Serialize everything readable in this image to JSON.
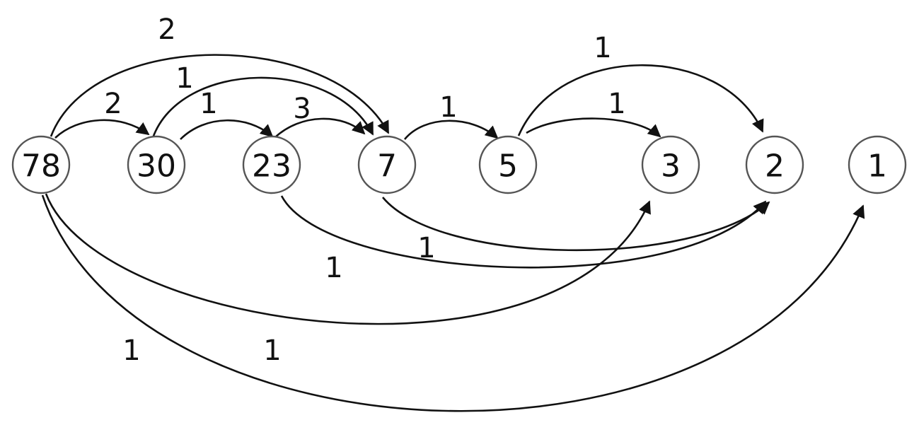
{
  "nodes": [
    {
      "id": "n78",
      "label": "78"
    },
    {
      "id": "n30",
      "label": "30"
    },
    {
      "id": "n23",
      "label": "23"
    },
    {
      "id": "n7",
      "label": "7"
    },
    {
      "id": "n5",
      "label": "5"
    },
    {
      "id": "n3",
      "label": "3"
    },
    {
      "id": "n2",
      "label": "2"
    },
    {
      "id": "n1",
      "label": "1"
    }
  ],
  "edges": [
    {
      "id": "e78-30",
      "from": "78",
      "to": "30",
      "weight": "2"
    },
    {
      "id": "e78-7",
      "from": "78",
      "to": "7",
      "weight": "2"
    },
    {
      "id": "e30-23",
      "from": "30",
      "to": "23",
      "weight": "1"
    },
    {
      "id": "e30-7",
      "from": "30",
      "to": "7",
      "weight": "1"
    },
    {
      "id": "e23-7",
      "from": "23",
      "to": "7",
      "weight": "3"
    },
    {
      "id": "e7-5",
      "from": "7",
      "to": "5",
      "weight": "1"
    },
    {
      "id": "e5-3",
      "from": "5",
      "to": "3",
      "weight": "1"
    },
    {
      "id": "e5-2",
      "from": "5",
      "to": "2",
      "weight": "1"
    },
    {
      "id": "e7-2",
      "from": "7",
      "to": "2",
      "weight": "1"
    },
    {
      "id": "e23-2",
      "from": "23",
      "to": "2",
      "weight": "1"
    },
    {
      "id": "e78-3",
      "from": "78",
      "to": "3",
      "weight": "1"
    },
    {
      "id": "e78-1",
      "from": "78",
      "to": "1",
      "weight": "1"
    }
  ]
}
